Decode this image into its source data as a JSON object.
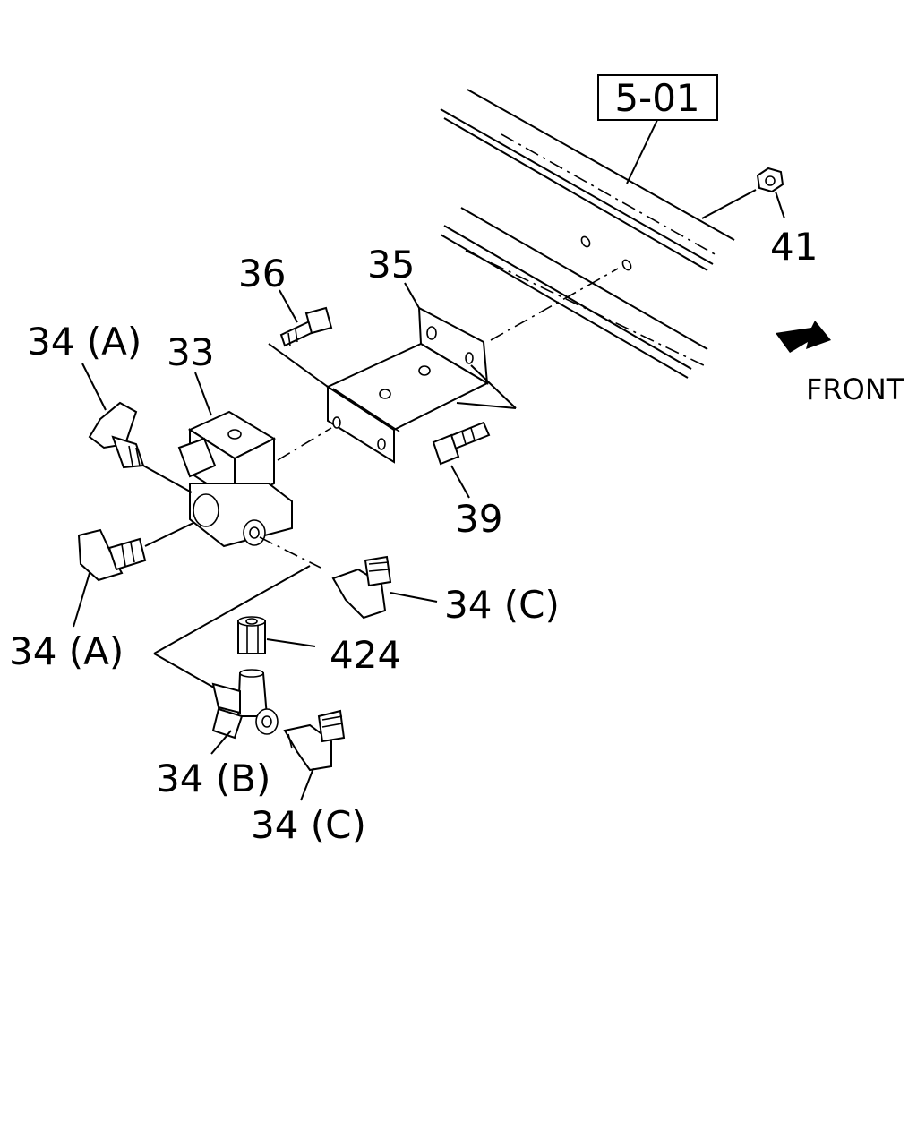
{
  "labels": {
    "ref_box": "5-01",
    "l41": "41",
    "l35": "35",
    "l36": "36",
    "l33": "33",
    "l34a_top": "34 (A)",
    "l34a_bottom": "34 (A)",
    "l34c_right": "34 (C)",
    "l424": "424",
    "l39": "39",
    "l34b": "34 (B)",
    "l34c_bottom": "34 (C)",
    "front": "FRONT"
  },
  "icons": {
    "front_arrow": "front-arrow-icon"
  }
}
